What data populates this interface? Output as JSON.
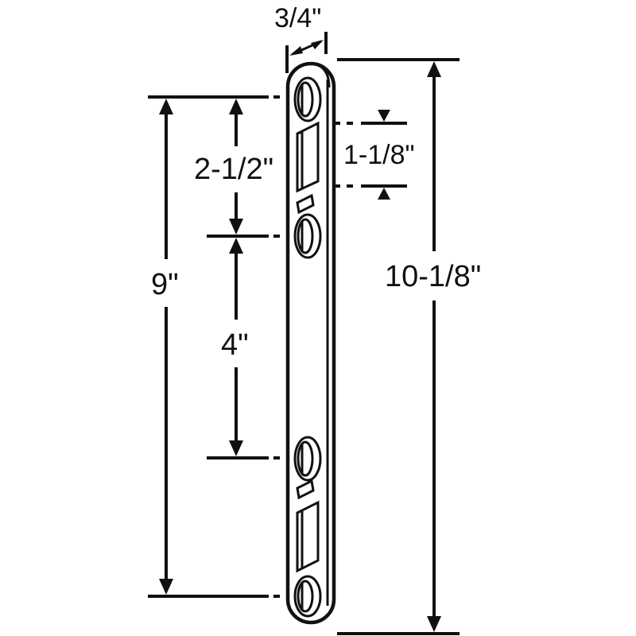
{
  "diagram": {
    "type": "technical-dimension-drawing",
    "subject": "strike plate",
    "units": "inches",
    "dimensions": {
      "width": "3/4\"",
      "overall_length": "10-1/8\"",
      "hole_span": "9\"",
      "top_hole_spacing": "2-1/2\"",
      "middle_hole_spacing": "4\"",
      "slot_length": "1-1/8\""
    },
    "colors": {
      "line": "#111111",
      "background": "#ffffff"
    }
  }
}
